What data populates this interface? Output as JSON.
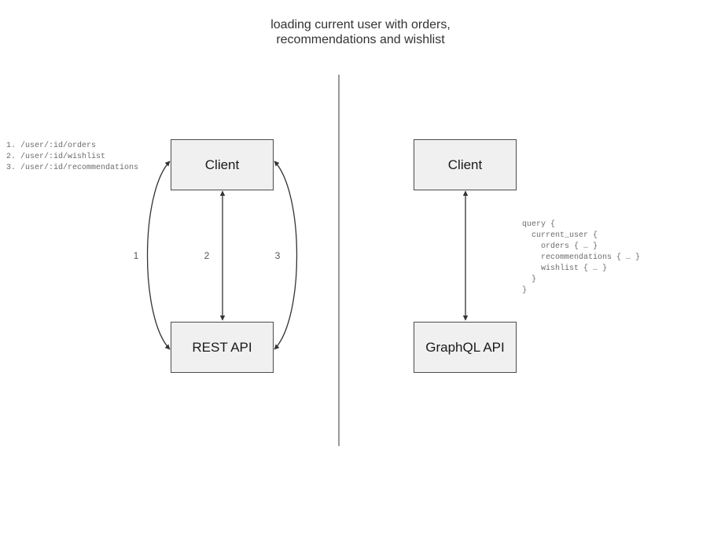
{
  "title": "loading current user with orders,\nrecommendations and wishlist",
  "divider": {
    "name": "vertical-divider",
    "color": "#808080"
  },
  "left_panel": {
    "name": "rest-approach",
    "nodes": {
      "client": "Client",
      "api": "REST API"
    },
    "edge_labels": [
      "1",
      "2",
      "3"
    ],
    "endpoints_text": "1. /user/:id/orders\n2. /user/:id/wishlist\n3. /user/:id/recommendations",
    "endpoints": [
      {
        "number": "1.",
        "path": "/user/:id/orders"
      },
      {
        "number": "2.",
        "path": "/user/:id/wishlist"
      },
      {
        "number": "3.",
        "path": "/user/:id/recommendations"
      }
    ]
  },
  "right_panel": {
    "name": "graphql-approach",
    "nodes": {
      "client": "Client",
      "api": "GraphQL API"
    },
    "query_text": "query {\n  current_user {\n    orders { … }\n    recommendations { … }\n    wishlist { … }\n  }\n}"
  },
  "colors": {
    "node_fill": "#f0f0f0",
    "node_border": "#4d4d4d",
    "edge_stroke": "#333333",
    "title_text": "#333333",
    "code_text": "#6b6b6b"
  }
}
